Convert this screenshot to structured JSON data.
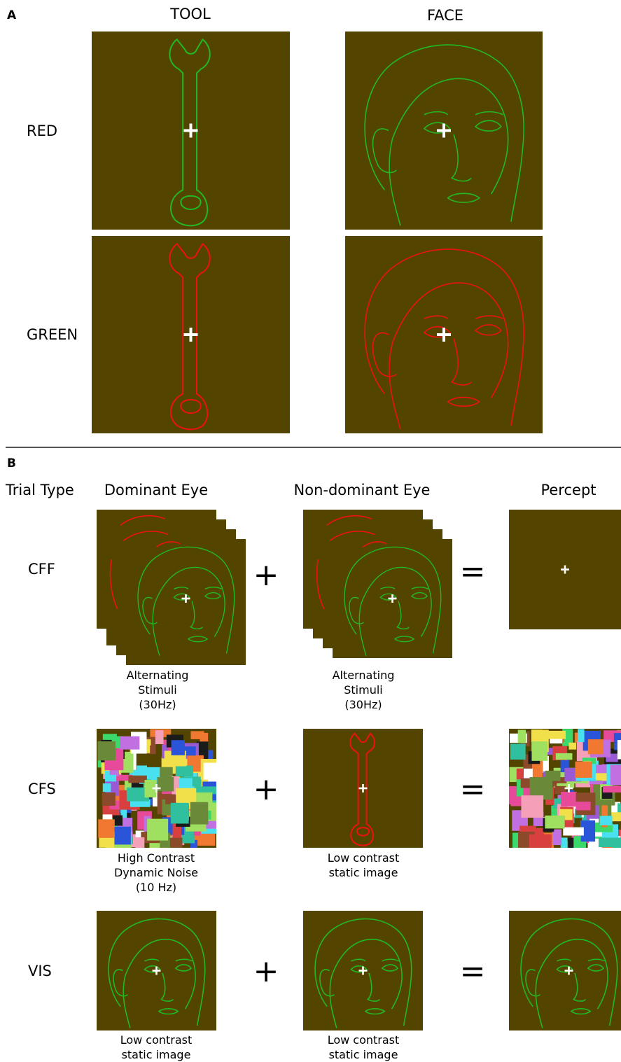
{
  "panel_a": {
    "letter": "A",
    "col_headers": [
      "TOOL",
      "FACE"
    ],
    "row_labels": [
      "RED",
      "GREEN"
    ]
  },
  "panel_b": {
    "letter": "B",
    "headers": {
      "trial_type": "Trial Type",
      "dominant": "Dominant Eye",
      "nondominant": "Non-dominant Eye",
      "percept": "Percept"
    },
    "rows": [
      {
        "label": "CFF",
        "dominant_caption": [
          "Alternating",
          "Stimuli",
          "(30Hz)"
        ],
        "nondominant_caption": [
          "Alternating",
          "Stimuli",
          "(30Hz)"
        ],
        "plus": "+",
        "equals": "="
      },
      {
        "label": "CFS",
        "dominant_caption": [
          "High Contrast",
          "Dynamic Noise",
          "(10 Hz)"
        ],
        "nondominant_caption": [
          "Low contrast",
          "static image"
        ],
        "plus": "+",
        "equals": "="
      },
      {
        "label": "VIS",
        "dominant_caption": [
          "Low contrast",
          "static image"
        ],
        "nondominant_caption": [
          "Low contrast",
          "static image"
        ],
        "plus": "+",
        "equals": "="
      }
    ]
  },
  "colors": {
    "background": "#534500",
    "green_line": "#22b822",
    "red_line": "#ee1111",
    "fixation": "#ffffff"
  },
  "icons": [
    "wrench-drawing",
    "face-drawing",
    "fixation-cross",
    "noise-mask"
  ]
}
